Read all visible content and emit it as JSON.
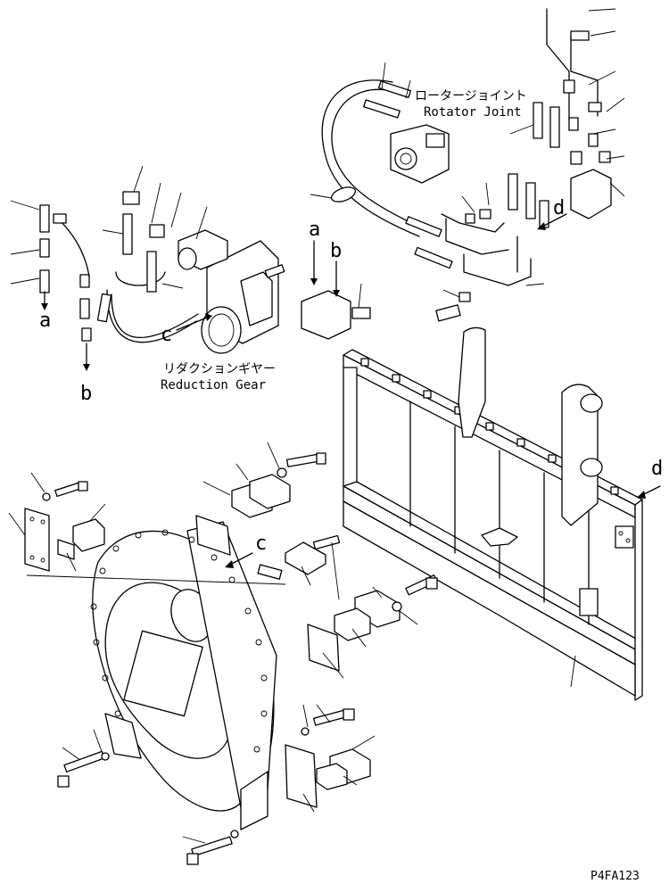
{
  "labels": {
    "rotator_joint_jp": "ロータージョイント",
    "rotator_joint_en": "Rotator Joint",
    "reduction_gear_jp": "リダクションギヤー",
    "reduction_gear_en": "Reduction Gear",
    "a": "a",
    "b": "b",
    "c": "c",
    "d": "d",
    "figure_code": "P4FA123"
  }
}
